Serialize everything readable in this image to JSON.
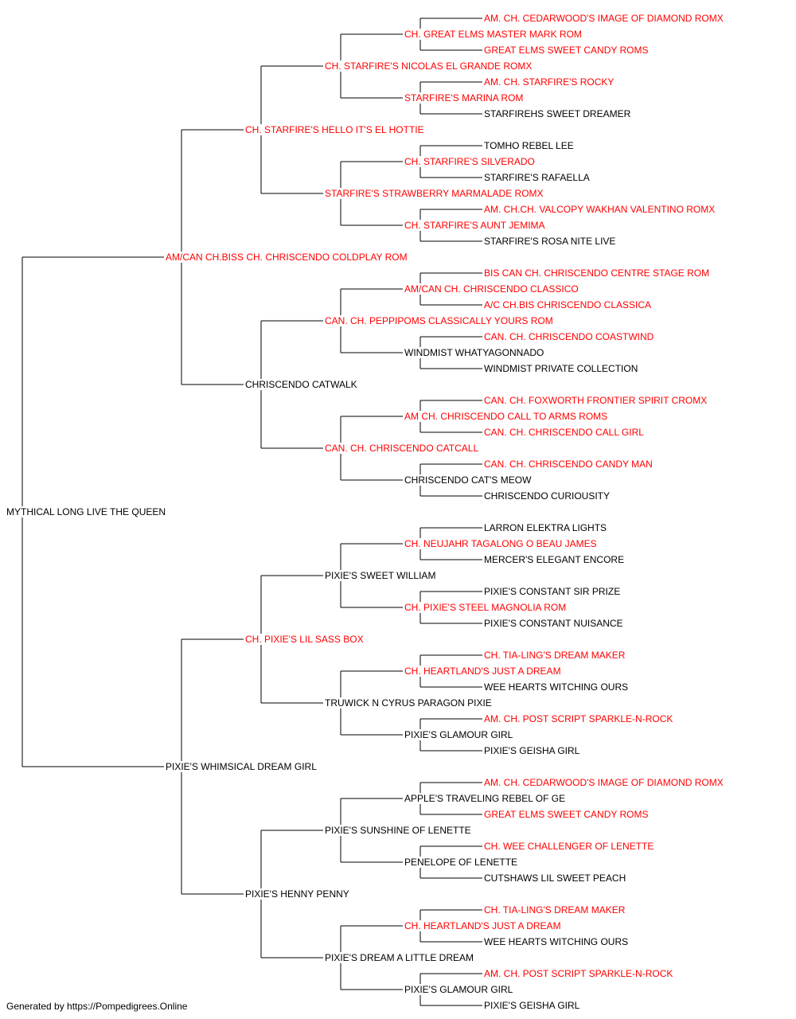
{
  "colors": {
    "titled": "#ff0000",
    "untitled": "#000000",
    "line": "#000000"
  },
  "pedigree": {
    "name": "MYTHICAL LONG LIVE THE QUEEN",
    "titled": false,
    "sire": {
      "name": "AM/CAN CH.BISS CH. CHRISCENDO COLDPLAY ROM",
      "titled": true,
      "sire": {
        "name": "CH. STARFIRE'S HELLO IT'S EL HOTTIE",
        "titled": true,
        "sire": {
          "name": "CH. STARFIRE'S NICOLAS EL GRANDE ROMX",
          "titled": true,
          "sire": {
            "name": "CH. GREAT ELMS MASTER MARK ROM",
            "titled": true,
            "sire": {
              "name": "AM. CH. CEDARWOOD'S IMAGE OF DIAMOND ROMX",
              "titled": true
            },
            "dam": {
              "name": "GREAT ELMS SWEET CANDY ROMS",
              "titled": true
            }
          },
          "dam": {
            "name": "STARFIRE'S MARINA ROM",
            "titled": true,
            "sire": {
              "name": "AM. CH. STARFIRE'S ROCKY",
              "titled": true
            },
            "dam": {
              "name": "STARFIREHS SWEET DREAMER",
              "titled": false
            }
          }
        },
        "dam": {
          "name": "STARFIRE'S STRAWBERRY MARMALADE ROMX",
          "titled": true,
          "sire": {
            "name": "CH. STARFIRE'S SILVERADO",
            "titled": true,
            "sire": {
              "name": "TOMHO REBEL LEE",
              "titled": false
            },
            "dam": {
              "name": "STARFIRE'S RAFAELLA",
              "titled": false
            }
          },
          "dam": {
            "name": "CH. STARFIRE'S AUNT JEMIMA",
            "titled": true,
            "sire": {
              "name": "AM. CH.CH. VALCOPY WAKHAN VALENTINO ROMX",
              "titled": true
            },
            "dam": {
              "name": "STARFIRE'S ROSA NITE LIVE",
              "titled": false
            }
          }
        }
      },
      "dam": {
        "name": "CHRISCENDO CATWALK",
        "titled": false,
        "sire": {
          "name": "CAN. CH. PEPPIPOMS CLASSICALLY YOURS ROM",
          "titled": true,
          "sire": {
            "name": "AM/CAN CH. CHRISCENDO CLASSICO",
            "titled": true,
            "sire": {
              "name": "BIS CAN CH. CHRISCENDO CENTRE STAGE ROM",
              "titled": true
            },
            "dam": {
              "name": "A/C CH.BIS CHRISCENDO CLASSICA",
              "titled": true
            }
          },
          "dam": {
            "name": "WINDMIST WHATYAGONNADO",
            "titled": false,
            "sire": {
              "name": "CAN. CH. CHRISCENDO COASTWIND",
              "titled": true
            },
            "dam": {
              "name": "WINDMIST PRIVATE COLLECTION",
              "titled": false
            }
          }
        },
        "dam": {
          "name": "CAN. CH. CHRISCENDO CATCALL",
          "titled": true,
          "sire": {
            "name": "AM CH. CHRISCENDO CALL TO ARMS ROMS",
            "titled": true,
            "sire": {
              "name": "CAN. CH. FOXWORTH FRONTIER SPIRIT CROMX",
              "titled": true
            },
            "dam": {
              "name": "CAN. CH. CHRISCENDO CALL GIRL",
              "titled": true
            }
          },
          "dam": {
            "name": "CHRISCENDO CAT'S MEOW",
            "titled": false,
            "sire": {
              "name": "CAN. CH. CHRISCENDO CANDY MAN",
              "titled": true
            },
            "dam": {
              "name": "CHRISCENDO CURIOUSITY",
              "titled": false
            }
          }
        }
      }
    },
    "dam": {
      "name": "PIXIE'S WHIMSICAL DREAM GIRL",
      "titled": false,
      "sire": {
        "name": "CH. PIXIE'S LIL SASS BOX",
        "titled": true,
        "sire": {
          "name": "PIXIE'S SWEET WILLIAM",
          "titled": false,
          "sire": {
            "name": "CH. NEUJAHR TAGALONG O BEAU JAMES",
            "titled": true,
            "sire": {
              "name": "LARRON ELEKTRA LIGHTS",
              "titled": false
            },
            "dam": {
              "name": "MERCER'S ELEGANT ENCORE",
              "titled": false
            }
          },
          "dam": {
            "name": "CH. PIXIE'S STEEL MAGNOLIA ROM",
            "titled": true,
            "sire": {
              "name": "PIXIE'S CONSTANT SIR PRIZE",
              "titled": false
            },
            "dam": {
              "name": "PIXIE'S CONSTANT NUISANCE",
              "titled": false
            }
          }
        },
        "dam": {
          "name": "TRUWICK N CYRUS PARAGON PIXIE",
          "titled": false,
          "sire": {
            "name": "CH. HEARTLAND'S JUST A DREAM",
            "titled": true,
            "sire": {
              "name": "CH. TIA-LING'S DREAM MAKER",
              "titled": true
            },
            "dam": {
              "name": "WEE HEARTS WITCHING OURS",
              "titled": false
            }
          },
          "dam": {
            "name": "PIXIE'S GLAMOUR GIRL",
            "titled": false,
            "sire": {
              "name": "AM. CH. POST SCRIPT SPARKLE-N-ROCK",
              "titled": true
            },
            "dam": {
              "name": "PIXIE'S GEISHA GIRL",
              "titled": false
            }
          }
        }
      },
      "dam": {
        "name": "PIXIE'S HENNY PENNY",
        "titled": false,
        "sire": {
          "name": "PIXIE'S SUNSHINE OF LENETTE",
          "titled": false,
          "sire": {
            "name": "APPLE'S TRAVELING REBEL OF GE",
            "titled": false,
            "sire": {
              "name": "AM. CH. CEDARWOOD'S IMAGE OF DIAMOND ROMX",
              "titled": true
            },
            "dam": {
              "name": "GREAT ELMS SWEET CANDY ROMS",
              "titled": true
            }
          },
          "dam": {
            "name": "PENELOPE OF LENETTE",
            "titled": false,
            "sire": {
              "name": "CH. WEE CHALLENGER OF LENETTE",
              "titled": true
            },
            "dam": {
              "name": "CUTSHAWS LIL SWEET PEACH",
              "titled": false
            }
          }
        },
        "dam": {
          "name": "PIXIE'S DREAM A LITTLE DREAM",
          "titled": false,
          "sire": {
            "name": "CH. HEARTLAND'S JUST A DREAM",
            "titled": true,
            "sire": {
              "name": "CH. TIA-LING'S DREAM MAKER",
              "titled": true
            },
            "dam": {
              "name": "WEE HEARTS WITCHING OURS",
              "titled": false
            }
          },
          "dam": {
            "name": "PIXIE'S GLAMOUR GIRL",
            "titled": false,
            "sire": {
              "name": "AM. CH. POST SCRIPT SPARKLE-N-ROCK",
              "titled": true
            },
            "dam": {
              "name": "PIXIE'S GEISHA GIRL",
              "titled": false
            }
          }
        }
      }
    }
  },
  "footer": "Generated by https://Pompedigrees.Online"
}
